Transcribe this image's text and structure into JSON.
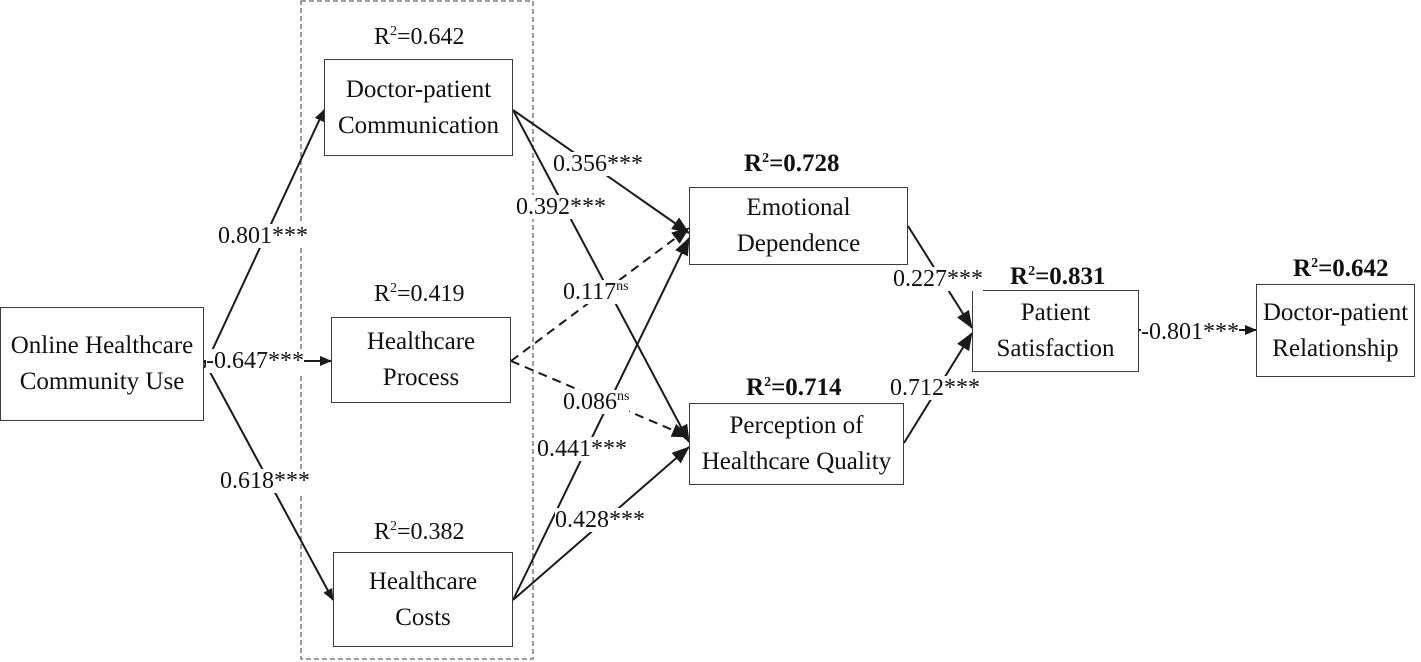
{
  "nodes": {
    "ohc_use": {
      "line1": "Online Healthcare",
      "line2": "Community Use"
    },
    "communication": {
      "line1": "Doctor-patient",
      "line2": "Communication",
      "r2_prefix": "R",
      "r2_sup": "2",
      "r2_value": "=0.642"
    },
    "process": {
      "line1": "Healthcare",
      "line2": "Process",
      "r2_prefix": "R",
      "r2_sup": "2",
      "r2_value": "=0.419"
    },
    "costs": {
      "line1": "Healthcare",
      "line2": "Costs",
      "r2_prefix": "R",
      "r2_sup": "2",
      "r2_value": "=0.382"
    },
    "emotional": {
      "line1": "Emotional",
      "line2": "Dependence",
      "r2_prefix": "R",
      "r2_sup": "2",
      "r2_value": "=0.728"
    },
    "quality": {
      "line1": "Perception of",
      "line2": "Healthcare Quality",
      "r2_prefix": "R",
      "r2_sup": "2",
      "r2_value": "=0.714"
    },
    "satisfaction": {
      "line1": "Patient",
      "line2": "Satisfaction",
      "r2_prefix": "R",
      "r2_sup": "2",
      "r2_value": "=0.831"
    },
    "relationship": {
      "line1": "Doctor-patient",
      "line2": "Relationship",
      "r2_prefix": "R",
      "r2_sup": "2",
      "r2_value": "=0.642"
    }
  },
  "paths": {
    "ohc_to_comm": {
      "value": "0.801***"
    },
    "ohc_to_process": {
      "value": "-0.647***"
    },
    "ohc_to_costs": {
      "value": "0.618***"
    },
    "comm_to_emotional": {
      "value": "0.356***"
    },
    "comm_to_quality": {
      "value": "0.392***"
    },
    "process_to_emotional": {
      "value": "0.117",
      "sup": "ns"
    },
    "process_to_quality": {
      "value": "0.086",
      "sup": "ns"
    },
    "costs_to_emotional": {
      "value": "0.441***"
    },
    "costs_to_quality": {
      "value": "0.428***"
    },
    "emotional_to_satisfaction": {
      "value": "0.227***"
    },
    "quality_to_satisfaction": {
      "value": "0.712***"
    },
    "satisfaction_to_relationship": {
      "value": "-0.801***"
    }
  },
  "colors": {
    "line": "#1a1a1a",
    "box_border": "#3a3a3a",
    "group_border": "#666666"
  }
}
